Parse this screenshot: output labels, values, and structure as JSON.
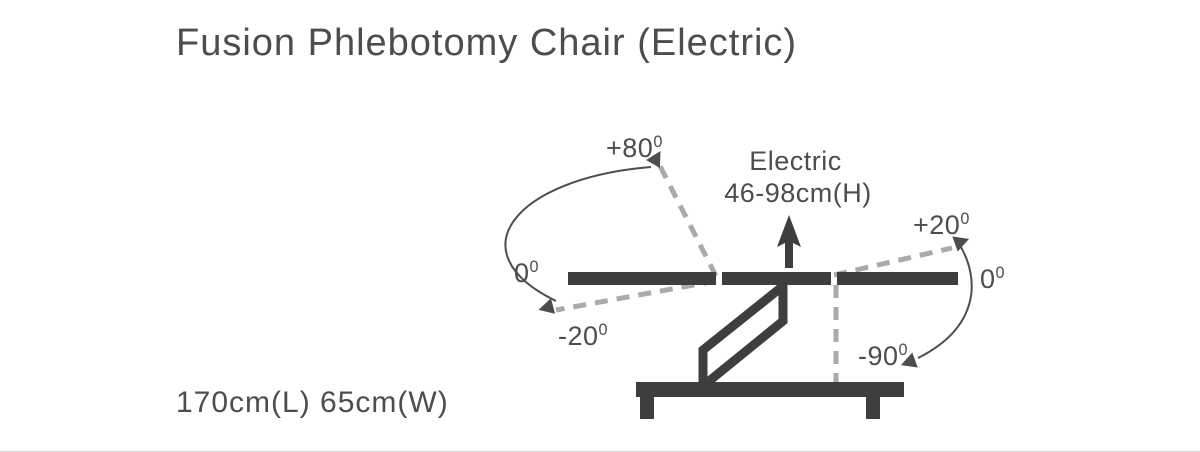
{
  "title": "Fusion Phlebotomy Chair (Electric)",
  "footer": {
    "dimensions": "170cm(L) 65cm(W)"
  },
  "diagram": {
    "electric": {
      "line1": "Electric",
      "line2": "46-98cm(H)"
    },
    "angles": {
      "backrest_up": {
        "base": "+80",
        "sup": "0"
      },
      "backrest_zero": {
        "base": "0",
        "sup": "0"
      },
      "backrest_down": {
        "base": "-20",
        "sup": "0"
      },
      "legrest_up": {
        "base": "+20",
        "sup": "0"
      },
      "legrest_zero": {
        "base": "0",
        "sup": "0"
      },
      "legrest_down": {
        "base": "-90",
        "sup": "0"
      }
    },
    "colors": {
      "solid": "#3e3e40",
      "dashed": "#a8aaad",
      "text": "#4d4d4f"
    }
  }
}
